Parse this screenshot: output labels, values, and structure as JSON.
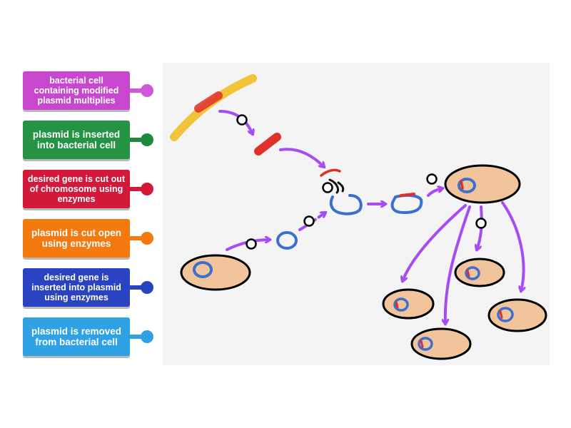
{
  "labels": [
    {
      "text": "bacterial cell containing modified plasmid multiplies",
      "color": "#c748cf",
      "dot_color": "#cf58d8"
    },
    {
      "text": "plasmid is inserted into bacterial cell",
      "color": "#249344",
      "dot_color": "#1f8a3e"
    },
    {
      "text": "desired gene is cut out of chromosome using enzymes",
      "color": "#d2193a",
      "dot_color": "#d2193a"
    },
    {
      "text": "plasmid is cut open using enzymes",
      "color": "#f47a10",
      "dot_color": "#f47a10"
    },
    {
      "text": "desired gene is inserted into plasmid using enzymes",
      "color": "#2a43c2",
      "dot_color": "#2a43c2"
    },
    {
      "text": "plasmid is removed from bacterial cell",
      "color": "#2fa2e6",
      "dot_color": "#2fa2e6"
    }
  ],
  "drop_targets": 6,
  "colors": {
    "cell_fill": "#f2c49b",
    "arrow": "#a64cf0",
    "plasmid": "#3b6fd0",
    "gene": "#e0302a",
    "chromosome": "#f2c43a"
  }
}
